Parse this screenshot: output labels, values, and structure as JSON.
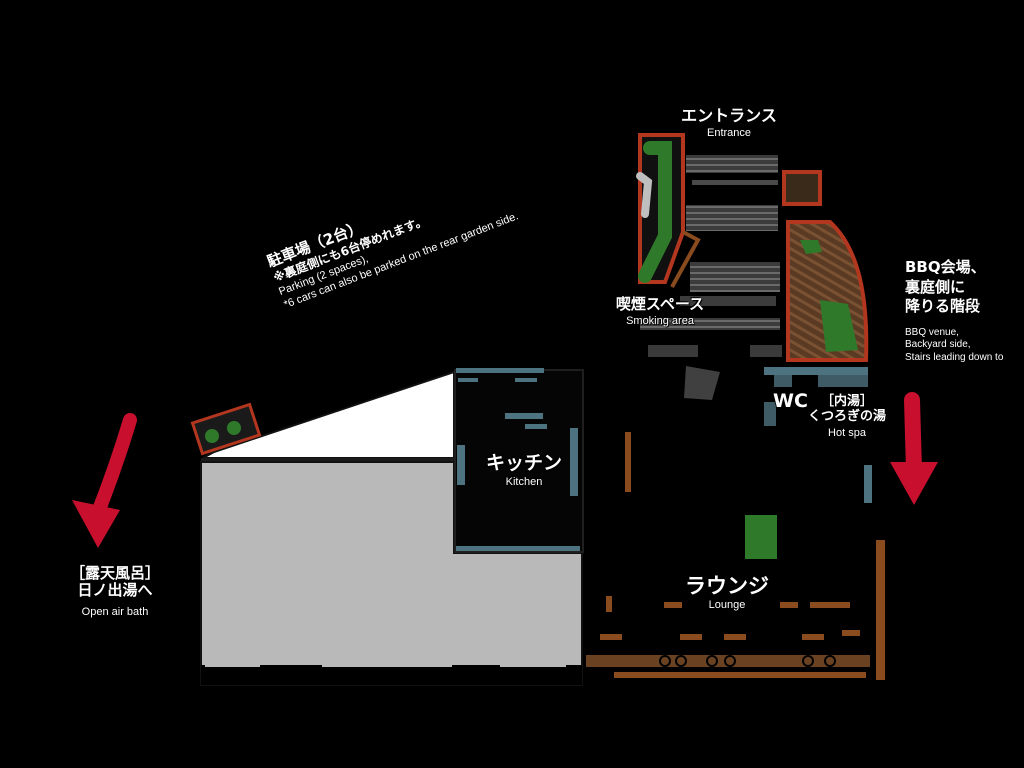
{
  "floor_plan": {
    "entrance": {
      "jp": "エントランス",
      "en": "Entrance"
    },
    "smoking_area": {
      "jp": "喫煙スペース",
      "en": "Smoking area"
    },
    "kitchen": {
      "jp": "キッチン",
      "en": "Kitchen"
    },
    "lounge": {
      "jp": "ラウンジ",
      "en": "Lounge"
    },
    "wc": {
      "label": "WC"
    },
    "hot_spa": {
      "jp_line1": "［内湯］",
      "jp_line2": "くつろぎの湯",
      "en": "Hot spa"
    },
    "open_air_bath": {
      "jp_line1": "［露天風呂］",
      "jp_line2": "日ノ出湯へ",
      "en": "Open air bath"
    },
    "bbq": {
      "jp_line1": "BBQ会場、",
      "jp_line2": "裏庭側に",
      "jp_line3": "降りる階段",
      "en_line1": "BBQ venue,",
      "en_line2": "Backyard side,",
      "en_line3": "Stairs leading down to"
    },
    "parking": {
      "jp_line1": "駐車場（2台）",
      "jp_line2": "※裏庭側にも6台停めれます。",
      "en_line1": "Parking (2 spaces),",
      "en_line2": "*6 cars can also be parked on the rear garden side."
    }
  },
  "colors": {
    "background": "#000000",
    "building_fill": "#b9b9b9",
    "wall_dark": "#111111",
    "window_blue": "#4d7280",
    "wood_brown": "#8a4b1f",
    "brick_red": "#b3361f",
    "plant_green": "#2f7a2a",
    "arrow_red": "#c8102e"
  },
  "icons": [
    "arrow-down-left-icon",
    "arrow-down-icon",
    "plant-icon"
  ]
}
